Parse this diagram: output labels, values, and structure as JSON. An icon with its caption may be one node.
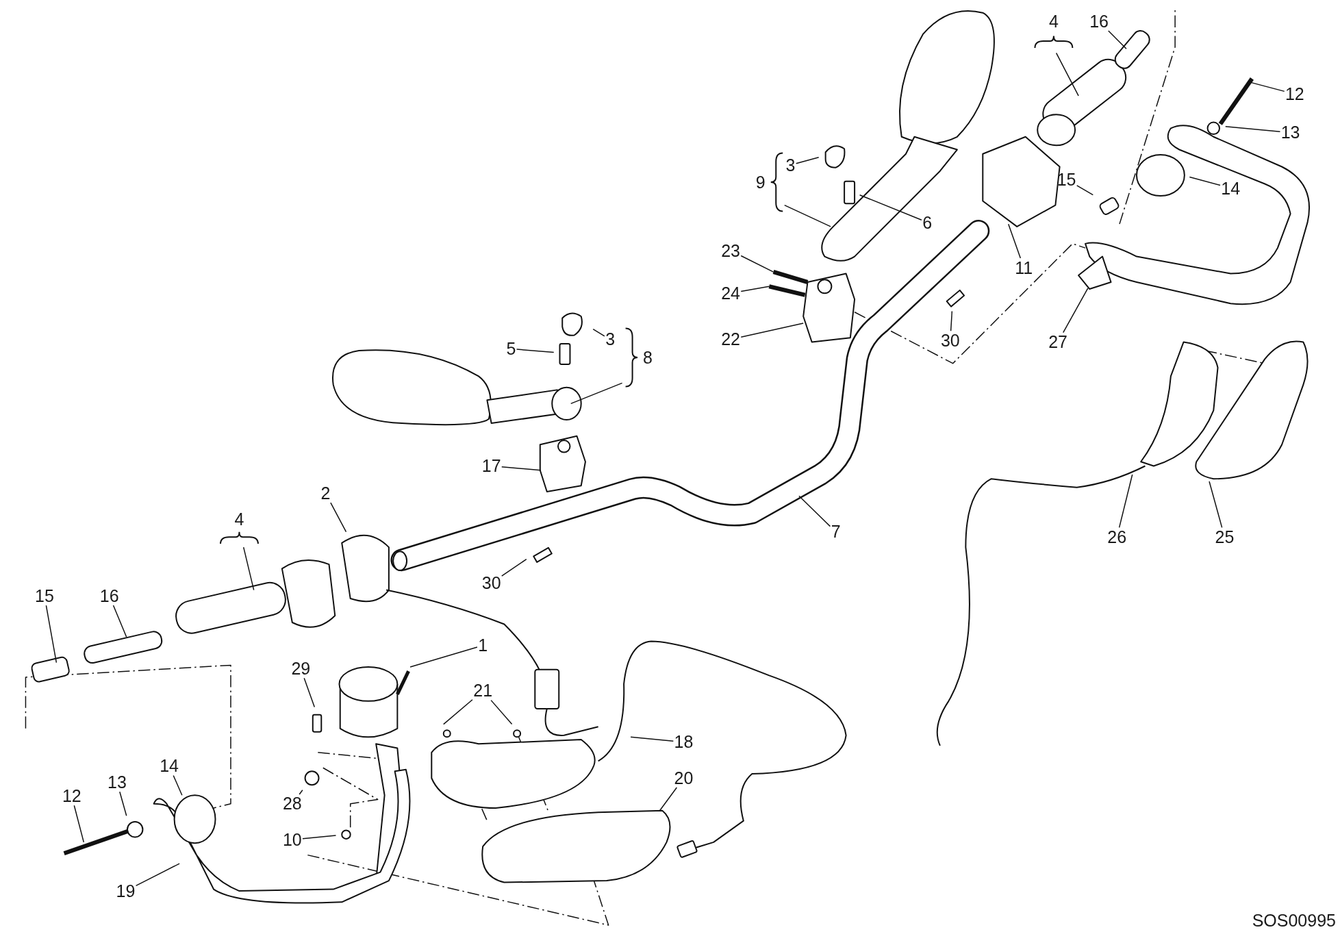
{
  "diagram": {
    "nodes": [
      {
        "text": [
          "16"
        ]
      },
      {
        "text": [
          "4"
        ]
      },
      {
        "text": [
          "12"
        ]
      },
      {
        "text": [
          "3"
        ]
      },
      {
        "text": [
          "13"
        ]
      },
      {
        "text": [
          "9"
        ]
      },
      {
        "text": [
          "14"
        ]
      },
      {
        "text": [
          "15"
        ]
      },
      {
        "text": [
          "6"
        ]
      },
      {
        "text": [
          "23"
        ]
      },
      {
        "text": [
          "11"
        ]
      },
      {
        "text": [
          "24"
        ]
      },
      {
        "text": [
          "22"
        ]
      },
      {
        "text": [
          "3"
        ]
      },
      {
        "text": [
          "30"
        ]
      },
      {
        "text": [
          "27"
        ]
      },
      {
        "text": [
          "5"
        ]
      },
      {
        "text": [
          "8"
        ]
      },
      {
        "text": [
          "17"
        ]
      },
      {
        "text": [
          "2"
        ]
      },
      {
        "text": [
          "4"
        ]
      },
      {
        "text": [
          "7"
        ]
      },
      {
        "text": [
          "26"
        ]
      },
      {
        "text": [
          "25"
        ]
      },
      {
        "text": [
          "30"
        ]
      },
      {
        "text": [
          "15"
        ]
      },
      {
        "text": [
          "16"
        ]
      },
      {
        "text": [
          "1"
        ]
      },
      {
        "text": [
          "29"
        ]
      },
      {
        "text": [
          "21"
        ]
      },
      {
        "text": [
          "18"
        ]
      },
      {
        "text": [
          "14"
        ]
      },
      {
        "text": [
          "20"
        ]
      },
      {
        "text": [
          "13"
        ]
      },
      {
        "text": [
          "12"
        ]
      },
      {
        "text": [
          "28"
        ]
      },
      {
        "text": [
          "10"
        ]
      },
      {
        "text": [
          "19"
        ]
      }
    ],
    "edges": [
      {
        "from": 0,
        "to": null,
        "arrow": "none"
      },
      {
        "from": 1,
        "to": null,
        "arrow": "none"
      },
      {
        "from": 2,
        "to": null,
        "arrow": "none"
      },
      {
        "from": 3,
        "to": null,
        "arrow": "none"
      },
      {
        "from": 4,
        "to": null,
        "arrow": "none"
      },
      {
        "from": 5,
        "to": null,
        "arrow": "none"
      },
      {
        "from": 6,
        "to": null,
        "arrow": "none"
      },
      {
        "from": 7,
        "to": null,
        "arrow": "none"
      },
      {
        "from": 8,
        "to": null,
        "arrow": "none"
      },
      {
        "from": 9,
        "to": null,
        "arrow": "none"
      },
      {
        "from": 10,
        "to": null,
        "arrow": "none"
      },
      {
        "from": 11,
        "to": null,
        "arrow": "none"
      },
      {
        "from": 12,
        "to": null,
        "arrow": "none"
      },
      {
        "from": 13,
        "to": null,
        "arrow": "none"
      },
      {
        "from": 14,
        "to": null,
        "arrow": "none"
      },
      {
        "from": 15,
        "to": null,
        "arrow": "none"
      },
      {
        "from": 16,
        "to": null,
        "arrow": "none"
      },
      {
        "from": 17,
        "to": null,
        "arrow": "none"
      },
      {
        "from": 18,
        "to": null,
        "arrow": "none"
      },
      {
        "from": 19,
        "to": null,
        "arrow": "none"
      },
      {
        "from": 20,
        "to": null,
        "arrow": "none"
      },
      {
        "from": 21,
        "to": null,
        "arrow": "none"
      },
      {
        "from": 22,
        "to": null,
        "arrow": "none"
      },
      {
        "from": 23,
        "to": null,
        "arrow": "none"
      },
      {
        "from": 24,
        "to": null,
        "arrow": "none"
      },
      {
        "from": 25,
        "to": null,
        "arrow": "none"
      },
      {
        "from": 26,
        "to": null,
        "arrow": "none"
      },
      {
        "from": 27,
        "to": null,
        "arrow": "none"
      },
      {
        "from": 28,
        "to": null,
        "arrow": "none"
      },
      {
        "from": 29,
        "to": null,
        "arrow": "none"
      },
      {
        "from": 29,
        "to": null,
        "arrow": "none"
      },
      {
        "from": 30,
        "to": null,
        "arrow": "none"
      },
      {
        "from": 31,
        "to": null,
        "arrow": "none"
      },
      {
        "from": 32,
        "to": null,
        "arrow": "none"
      },
      {
        "from": 33,
        "to": null,
        "arrow": "none"
      },
      {
        "from": 34,
        "to": null,
        "arrow": "none"
      },
      {
        "from": 35,
        "to": null,
        "arrow": "none"
      },
      {
        "from": 36,
        "to": null,
        "arrow": "none"
      },
      {
        "from": 37,
        "to": null,
        "arrow": "none"
      }
    ],
    "labels": [
      "SOS00995"
    ]
  }
}
